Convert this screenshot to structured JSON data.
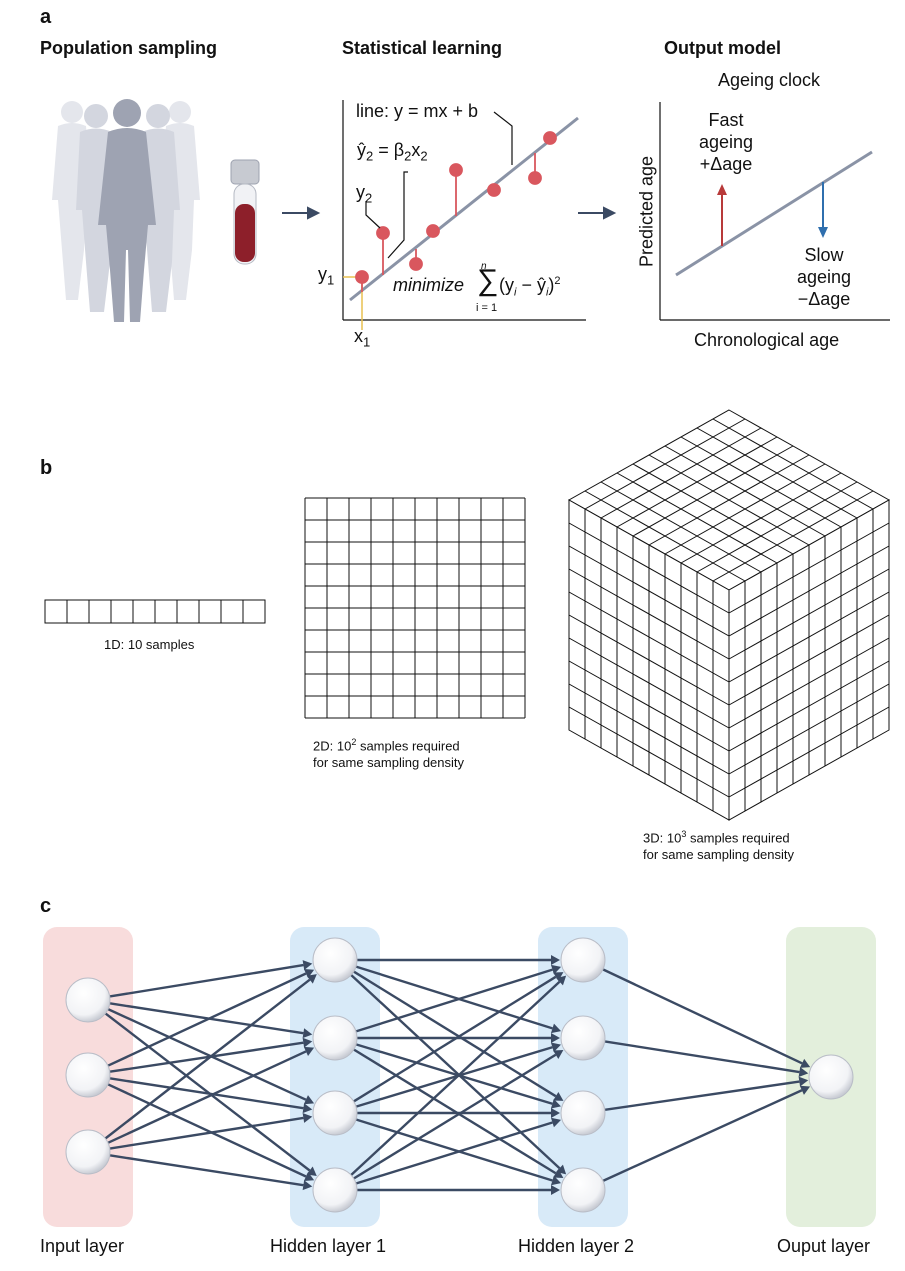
{
  "panel_a": {
    "letter": "a",
    "col1_title": "Population sampling",
    "col2_title": "Statistical learning",
    "col3_title": "Output model",
    "regression": {
      "line_label": "line: y = mx + b",
      "yhat_label": "ŷ",
      "yhat_sub": "2",
      "yhat_eq": " = β",
      "beta_sub": "2",
      "x_label": "x",
      "x_sub": "2",
      "y2_label": "y",
      "y2_sub": "2",
      "y1_label": "y",
      "y1_sub": "1",
      "x1_label": "x",
      "x1_sub": "1",
      "minimize_word": "minimize",
      "sum_top": "n",
      "sum_bottom": "i = 1",
      "sum_expr": "(y",
      "sum_i": "i",
      "sum_mid": " − ŷ",
      "sum_i2": "i",
      "sum_end": ")",
      "sum_pow": "2"
    },
    "clock": {
      "title": "Ageing clock",
      "y_axis": "Predicted age",
      "x_axis": "Chronological age",
      "fast_1": "Fast",
      "fast_2": "ageing",
      "fast_3": "+Δage",
      "slow_1": "Slow",
      "slow_2": "ageing",
      "slow_3": "−Δage"
    }
  },
  "panel_b": {
    "letter": "b",
    "cap_1d": "1D: 10 samples",
    "cap_2d_pre": "2D: 10",
    "cap_2d_sup": "2",
    "cap_2d_post": " samples required",
    "cap_2d_line2": "for same sampling density",
    "cap_3d_pre": "3D: 10",
    "cap_3d_sup": "3",
    "cap_3d_post": " samples required",
    "cap_3d_line2": "for same sampling density"
  },
  "panel_c": {
    "letter": "c",
    "layers": [
      "Input layer",
      "Hidden layer 1",
      "Hidden layer 2",
      "Ouput layer"
    ],
    "nodes_per_layer": [
      3,
      4,
      4,
      1
    ]
  },
  "colors": {
    "navy": "#3b4a63",
    "red_dot": "#d9575e",
    "line_grey": "#8a93a6",
    "arrow_red": "#b83a3a",
    "arrow_blue": "#2f6fae",
    "input_bg": "#f8dcdc",
    "hidden_bg": "#d8eaf8",
    "output_bg": "#e3efdc",
    "yellow": "#e8c050"
  }
}
